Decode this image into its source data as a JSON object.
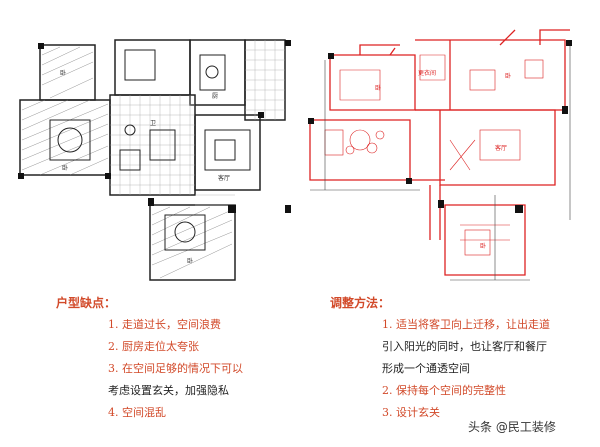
{
  "plan_before": {
    "labels": [
      "卧",
      "卧",
      "卧",
      "厨",
      "客厅",
      "卫"
    ]
  },
  "plan_after": {
    "labels": [
      "更衣间",
      "卧",
      "卧",
      "卧",
      "客厅"
    ]
  },
  "left_box": {
    "heading": "户型缺点：",
    "items": [
      "1. 走道过长，空间浪费",
      "2. 厨房走位太夸张",
      "3. 在空间足够的情况下可以",
      "考虑设置玄关，加强隐私",
      "4. 空间混乱"
    ]
  },
  "right_box": {
    "heading": "调整方法：",
    "items": [
      "1. 适当将客卫向上迁移，让出走道",
      "引入阳光的同时，也让客厅和餐厅",
      "形成一个通透空间",
      "2. 保持每个空间的完整性",
      "3. 设计玄关"
    ]
  },
  "watermark": "头条 @民工装修"
}
